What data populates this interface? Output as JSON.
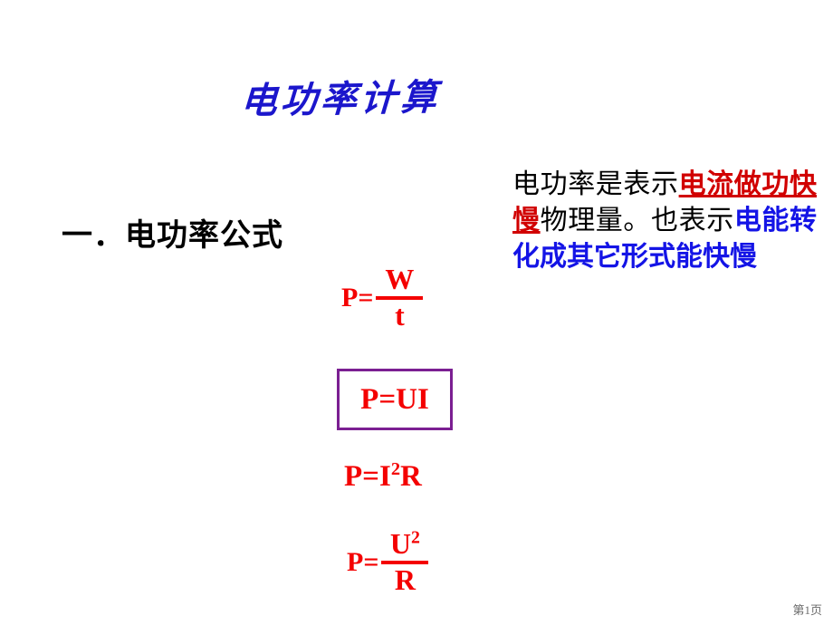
{
  "slide": {
    "title": "电功率计算",
    "title_color": "#1b16cc",
    "background": "#ffffff"
  },
  "section": {
    "heading": "一．电功率公式"
  },
  "formulas": {
    "p_eq": "P=",
    "w_over_t": {
      "numerator": "W",
      "denominator": "t"
    },
    "p_ui": "P=UI",
    "p_ui_box_color": "#7b1f92",
    "p_i2r": {
      "lead": "P=I",
      "exponent": "2",
      "tail": "R"
    },
    "u2_over_r": {
      "numerator": "U",
      "numerator_exponent": "2",
      "denominator": "R"
    },
    "color": "#f40000"
  },
  "description": {
    "segment_1": "电功率是表示",
    "segment_2_red": "电流做功快慢",
    "segment_3": "物理量。也表示",
    "segment_4_blue": "电能转化成其它形式能快慢",
    "red_color": "#d10000",
    "blue_color": "#1414e6"
  },
  "footer": {
    "page_label": "第1页"
  }
}
